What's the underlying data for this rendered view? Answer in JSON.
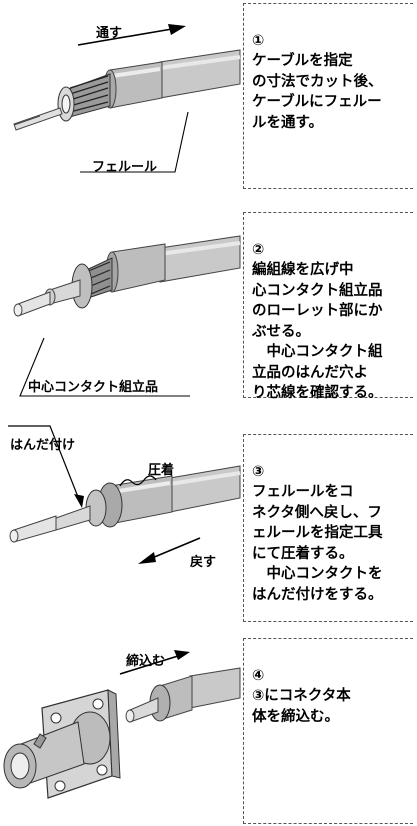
{
  "steps": [
    {
      "number": "①",
      "instruction": "ケーブルを指定\nの寸法でカット後、\nケーブルにフェルー\nルを通す。",
      "labels": {
        "action": "通す",
        "part": "フェルール"
      }
    },
    {
      "number": "②",
      "instruction": "編組線を広げ中\n心コンタクト組立品\nのローレット部にか\nぶせる。\n　中心コンタクト組\n立品のはんだ穴よ\nり芯線を確認する。",
      "labels": {
        "part": "中心コンタクト組立品"
      }
    },
    {
      "number": "③",
      "instruction": "フェルールをコ\nネクタ側へ戻し、フ\nェルールを指定工具\nにて圧着する。\n　中心コンタクトを\nはんだ付けをする。",
      "labels": {
        "solder": "はんだ付け",
        "crimp": "圧着",
        "action": "戻す"
      }
    },
    {
      "number": "④",
      "instruction": "③にコネクタ本\n体を締込む。",
      "labels": {
        "action": "締込む"
      }
    }
  ]
}
